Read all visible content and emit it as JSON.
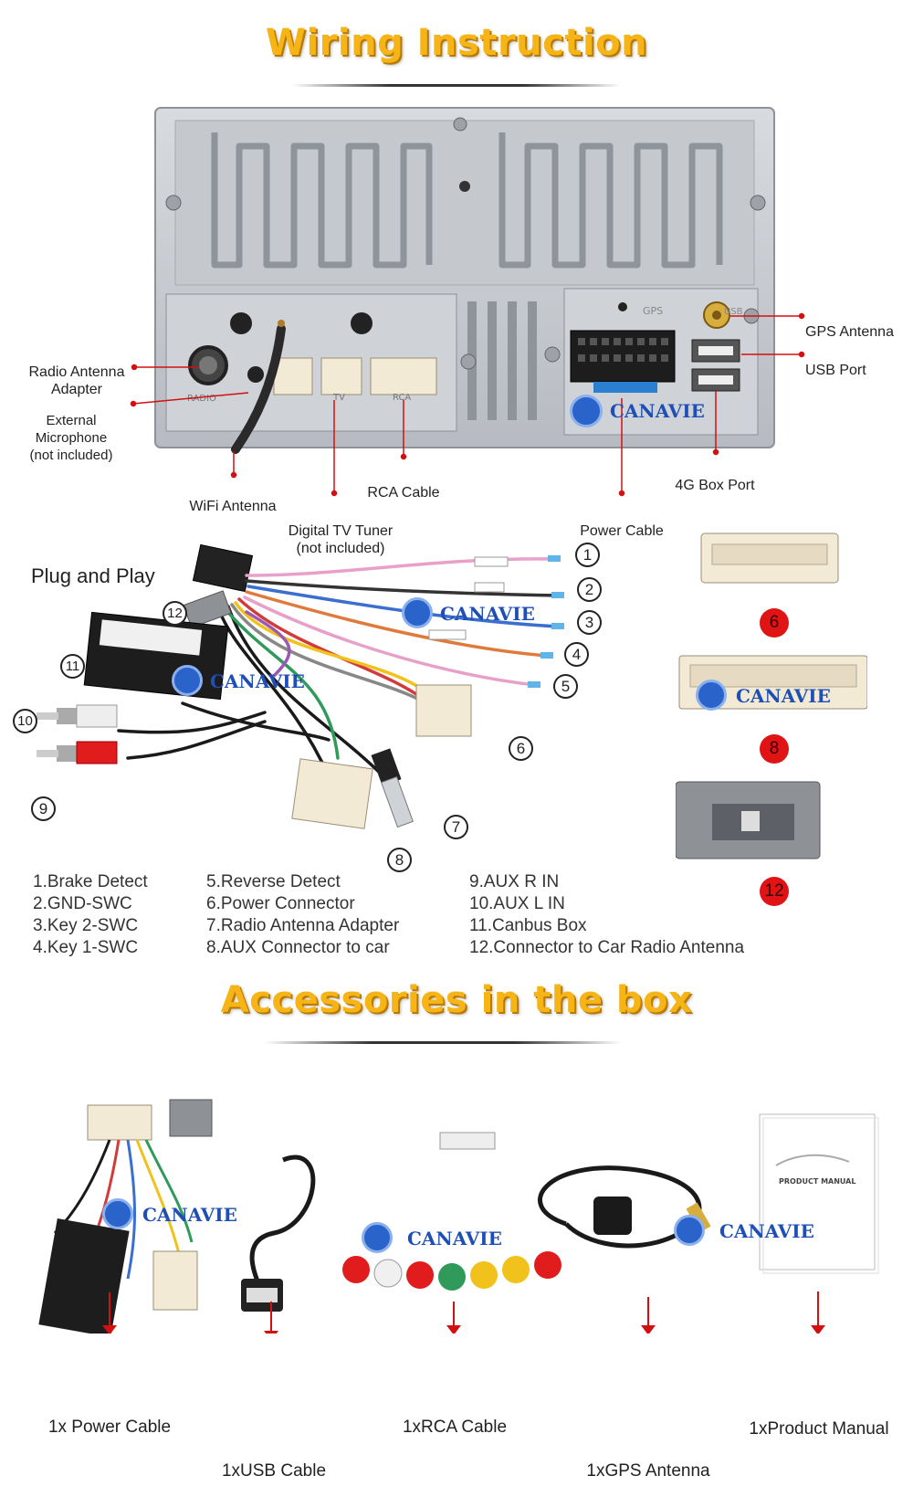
{
  "header": {
    "title": "Wiring Instruction"
  },
  "rear_labels": {
    "radio_antenna": "Radio Antenna\nAdapter",
    "external_mic": "External Microphone\n(not included)",
    "wifi_antenna": "WiFi Antenna",
    "digital_tv": "Digital TV Tuner\n(not included)",
    "rca_cable": "RCA Cable",
    "power_cable": "Power Cable",
    "gps_antenna": "GPS Antenna",
    "usb_port": "USB Port",
    "box_port": "4G Box Port"
  },
  "panel_text": {
    "radio": "RADIO",
    "tv": "TV",
    "rca": "RCA",
    "gps": "GPS",
    "usb": "USB"
  },
  "brand": "CANAVIE",
  "plug_title": "Plug and Play",
  "numbers": [
    "1",
    "2",
    "3",
    "4",
    "5",
    "6",
    "7",
    "8",
    "9",
    "10",
    "11",
    "12"
  ],
  "connector_numbers": [
    "6",
    "8",
    "12"
  ],
  "legend": {
    "col1": [
      "1.Brake Detect",
      "2.GND-SWC",
      "3.Key 2-SWC",
      "4.Key 1-SWC"
    ],
    "col2": [
      "5.Reverse Detect",
      "6.Power Connector",
      "7.Radio Antenna Adapter",
      "8.AUX Connector to car"
    ],
    "col3": [
      "9.AUX R IN",
      "10.AUX L IN",
      "11.Canbus Box",
      "12.Connector to Car Radio Antenna"
    ]
  },
  "accessories_title": "Accessories in the box",
  "accessories": {
    "power_cable": "1x Power Cable",
    "usb_cable": "1xUSB Cable",
    "rca_cable": "1xRCA Cable",
    "gps_antenna": "1xGPS Antenna",
    "manual": "1xProduct Manual"
  },
  "manual_cover": "PRODUCT MANUAL",
  "colors": {
    "headline": "#f6b417",
    "callout_red": "#d31010",
    "brand_blue": "#1f4fb5",
    "panel_grey": "#c9cdd2"
  }
}
